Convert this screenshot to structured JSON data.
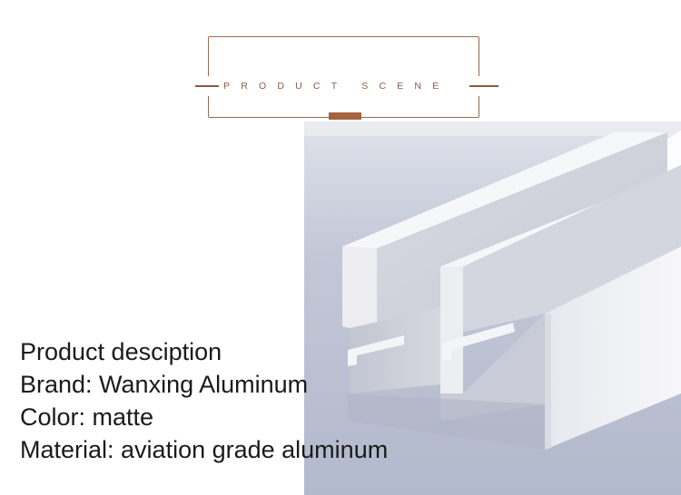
{
  "header": {
    "title": "PRODUCT SCENE"
  },
  "colors": {
    "accent": "#a5633e",
    "frame": "#9a6a4f",
    "text": "#1a1a1a",
    "photo_background": "#b9c0d2",
    "profile_metal": "#eeeff3"
  },
  "photo": {
    "subject": "white matte aluminum U-channel profiles"
  },
  "description": {
    "heading": "Product desciption",
    "brand": "Brand: Wanxing Aluminum",
    "color": "Color: matte",
    "material": "Material: aviation grade aluminum"
  }
}
